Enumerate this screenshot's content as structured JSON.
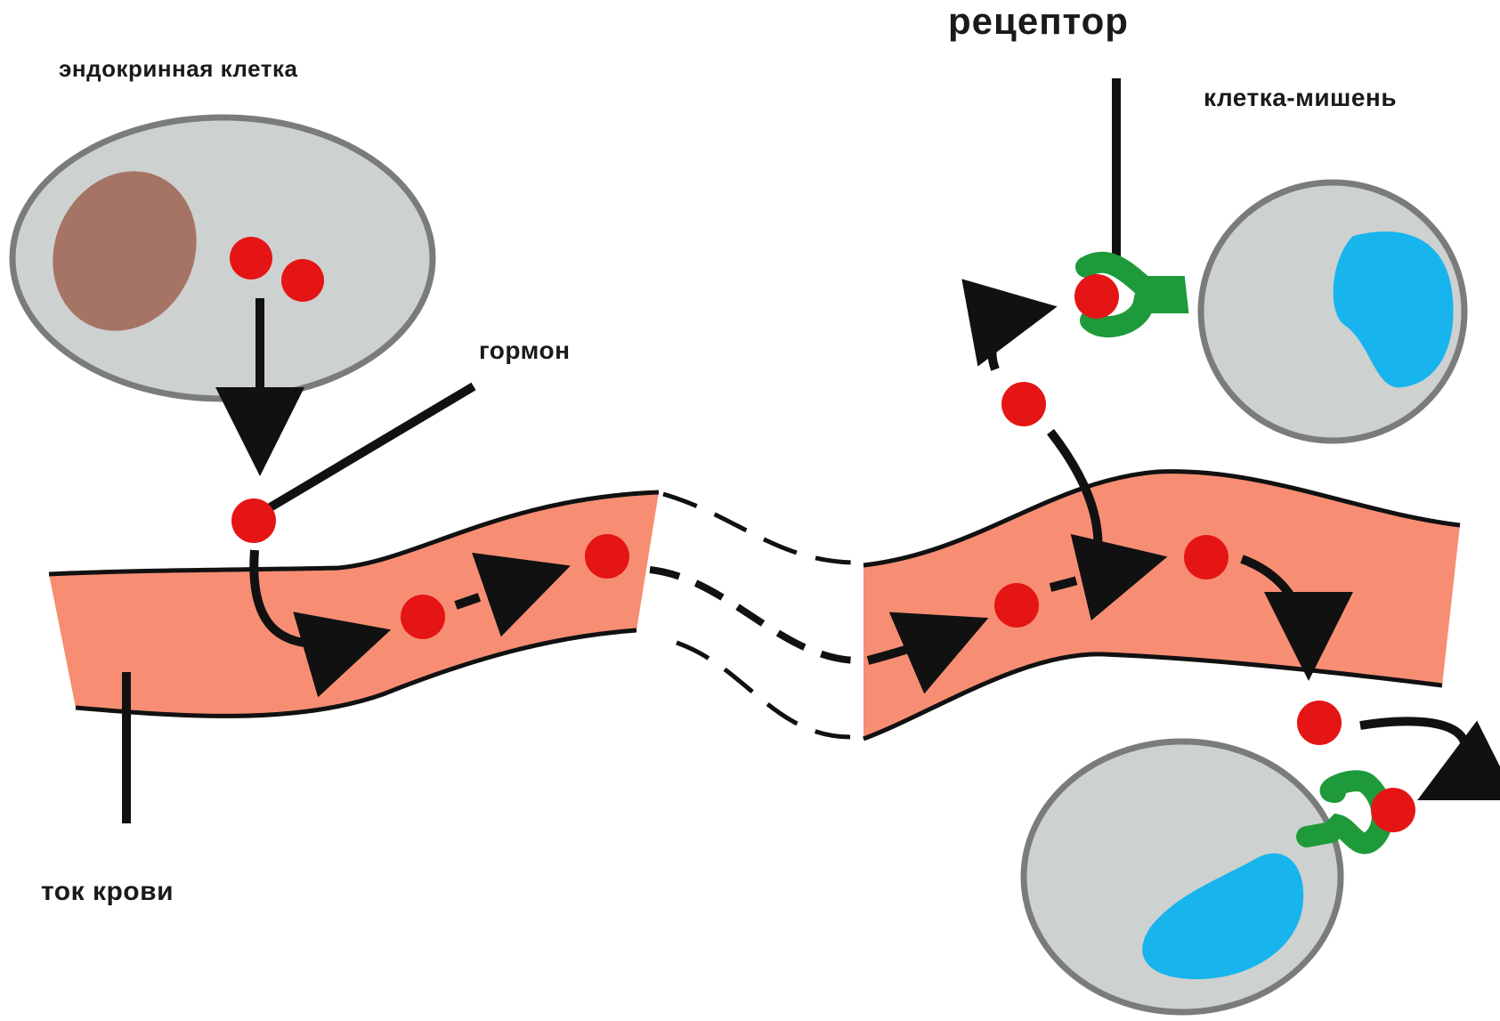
{
  "labels": {
    "endocrine_cell": "эндокринная клетка",
    "receptor": "рецептор",
    "target_cell": "клетка-мишень",
    "hormone": "гормон",
    "blood_flow": "ток крови"
  },
  "colors": {
    "cell_fill": "#cdd1cf",
    "cell_border": "#7a7c7b",
    "endocrine_nucleus": "#a57465",
    "target_nucleus": "#17b4ee",
    "vessel": "#f78e74",
    "hormone": "#e51515",
    "receptor": "#1e9a3a",
    "line": "#111111"
  }
}
